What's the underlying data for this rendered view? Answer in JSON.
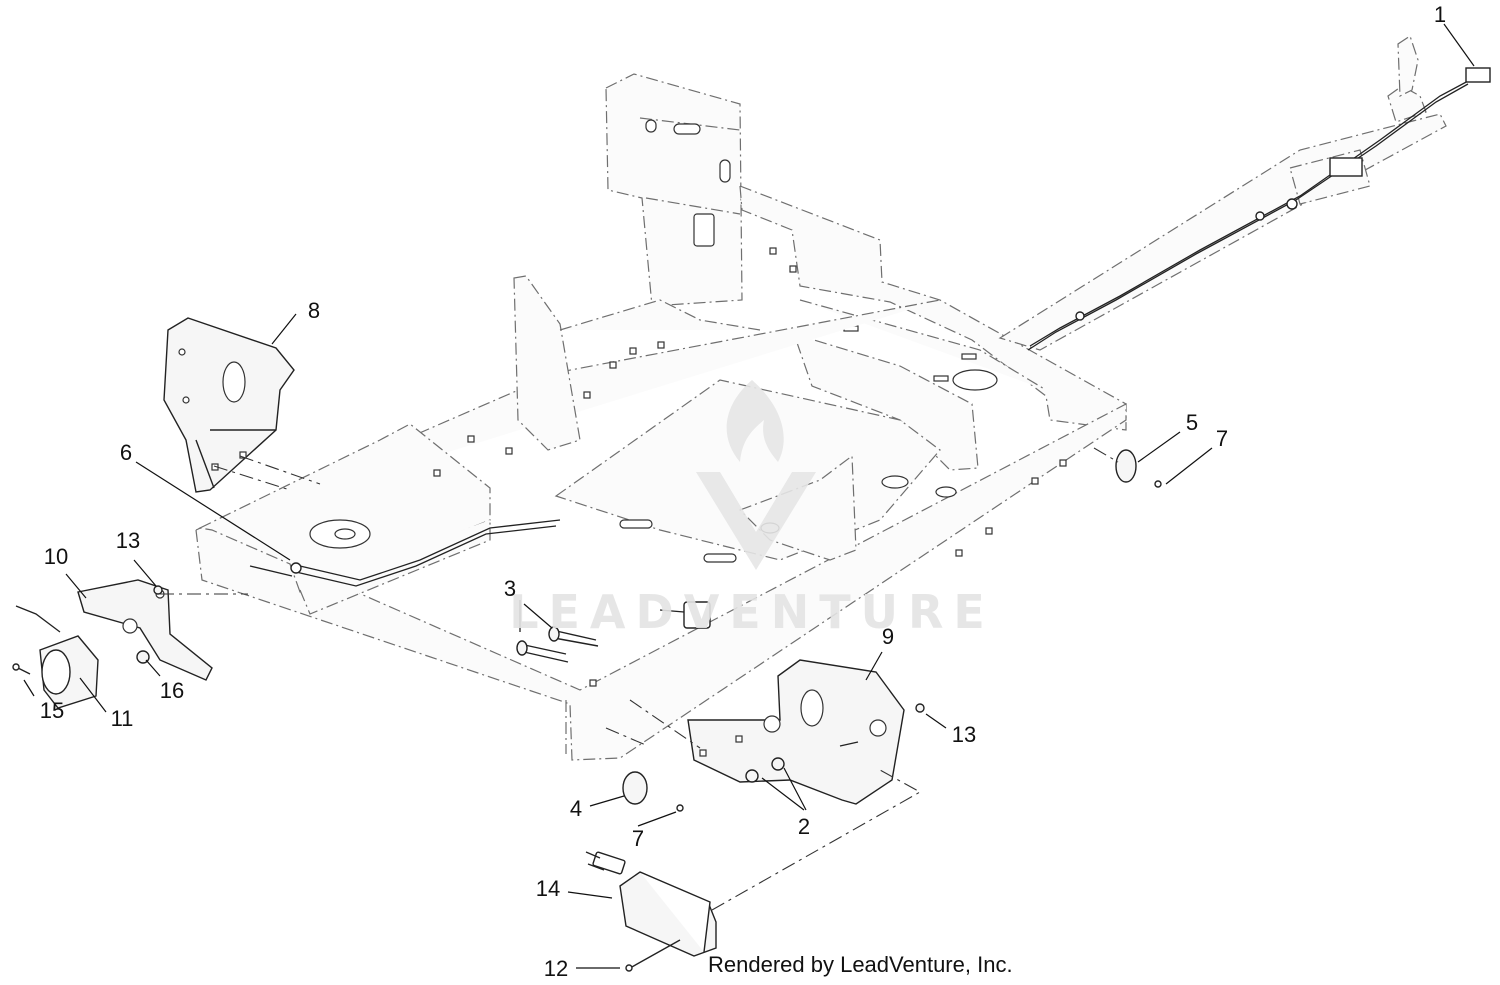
{
  "credit": "Rendered by LeadVenture, Inc.",
  "watermark": "LEADVENTURE",
  "callouts": [
    {
      "id": "1",
      "label": "1"
    },
    {
      "id": "2",
      "label": "2"
    },
    {
      "id": "3",
      "label": "3"
    },
    {
      "id": "4",
      "label": "4"
    },
    {
      "id": "5",
      "label": "5"
    },
    {
      "id": "6",
      "label": "6"
    },
    {
      "id": "7a",
      "label": "7"
    },
    {
      "id": "7b",
      "label": "7"
    },
    {
      "id": "8",
      "label": "8"
    },
    {
      "id": "9",
      "label": "9"
    },
    {
      "id": "10",
      "label": "10"
    },
    {
      "id": "11",
      "label": "11"
    },
    {
      "id": "12",
      "label": "12"
    },
    {
      "id": "13a",
      "label": "13"
    },
    {
      "id": "13b",
      "label": "13"
    },
    {
      "id": "14",
      "label": "14"
    },
    {
      "id": "15",
      "label": "15"
    },
    {
      "id": "16",
      "label": "16"
    }
  ],
  "icons": [
    "leadventure-flame-logo"
  ],
  "colors": {
    "line": "#222222",
    "frame_line": "#6f6f6f",
    "watermark": "#e4e4e4"
  }
}
